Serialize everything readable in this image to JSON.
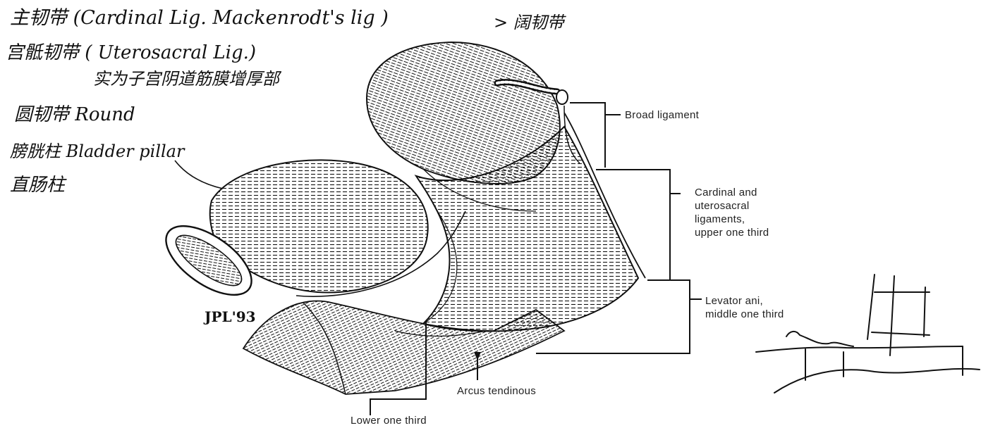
{
  "handwritten_notes": {
    "cardinal_ligament": "主韧带 (Cardinal Lig. Mackenrodt's lig )",
    "broad_ligament_note": "> 阔韧带",
    "uterosacral_ligament": "宫骶韧带 ( Uterosacral Lig.)",
    "fascia_note": "实为子宫阴道筋膜增厚部",
    "round_ligament": "圆韧带 Round",
    "bladder_pillar": "膀胱柱 Bladder pillar",
    "rectal_pillar": "直肠柱"
  },
  "figure": {
    "artist_signature": "JPL'93",
    "labels": {
      "broad_ligament": "Broad ligament",
      "cardinal_uterosacral": [
        "Cardinal and",
        "uterosacral",
        "ligaments,",
        "upper one third"
      ],
      "levator_ani": [
        "Levator ani,",
        "middle one third"
      ],
      "arcus_tendineus": "Arcus tendinous",
      "lower_third": "Lower one third"
    }
  }
}
